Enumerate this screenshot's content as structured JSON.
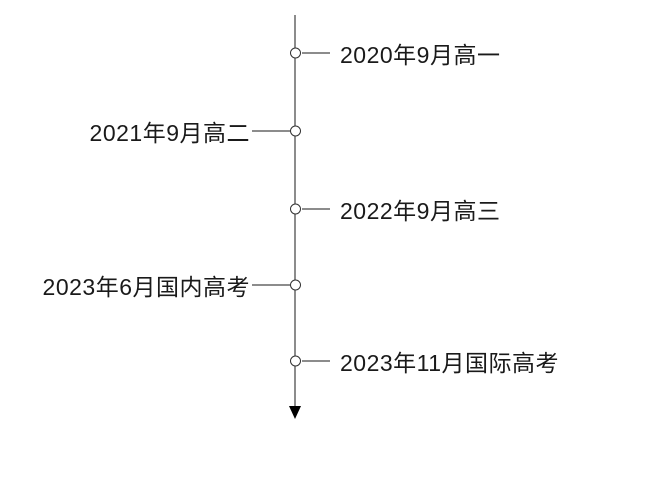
{
  "diagram": {
    "type": "timeline",
    "orientation": "vertical",
    "events": [
      {
        "label": "2020年9月高一",
        "side": "right"
      },
      {
        "label": "2021年9月高二",
        "side": "left"
      },
      {
        "label": "2022年9月高三",
        "side": "right"
      },
      {
        "label": "2023年6月国内高考",
        "side": "left"
      },
      {
        "label": "2023年11月国际高考",
        "side": "right"
      }
    ],
    "colors": {
      "background": "#ffffff",
      "line": "#8c8c8c",
      "node_fill": "#ffffff",
      "node_stroke": "#333333",
      "text": "#1a1a1a",
      "arrow": "#000000"
    }
  }
}
